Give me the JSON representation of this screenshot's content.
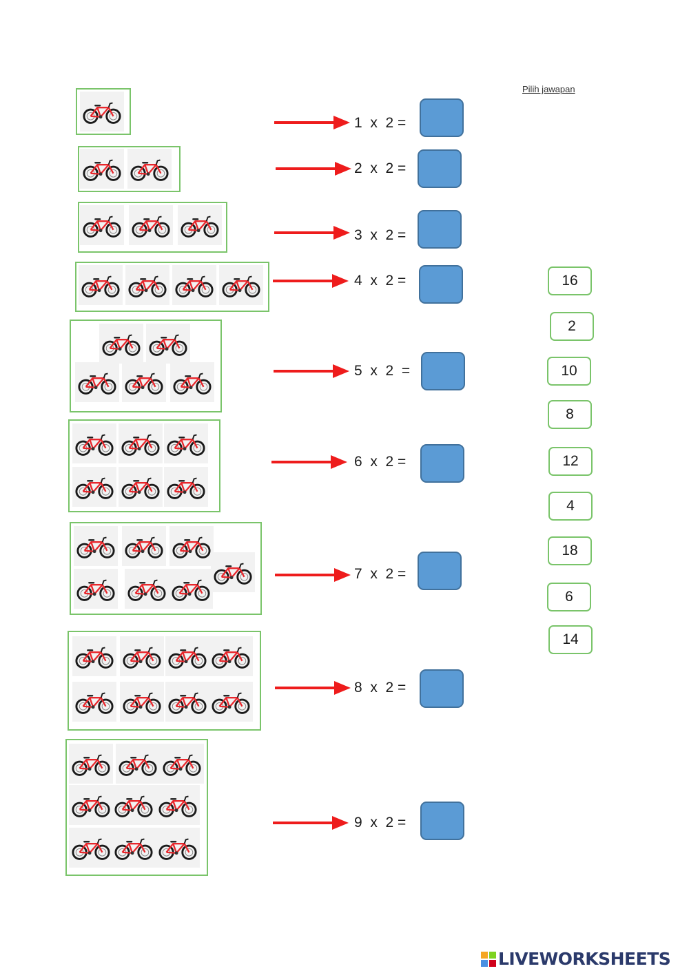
{
  "header": {
    "instruction": "Pilih jawapan"
  },
  "rows": [
    {
      "equation": "1  x  2 ="
    },
    {
      "equation": "2  x  2 ="
    },
    {
      "equation": "3  x  2 ="
    },
    {
      "equation": "4  x  2 ="
    },
    {
      "equation": "5  x  2  ="
    },
    {
      "equation": "6  x  2 ="
    },
    {
      "equation": "7  x  2 ="
    },
    {
      "equation": "8  x  2 ="
    },
    {
      "equation": "9  x  2 ="
    }
  ],
  "choices": [
    "16",
    "2",
    "10",
    "8",
    "12",
    "4",
    "18",
    "6",
    "14"
  ],
  "footer": {
    "brand": "LIVEWORKSHEETS"
  },
  "icons": {
    "picture": "bicycle-icon",
    "pointer": "red-arrow-icon"
  },
  "colors": {
    "group_border": "#7ac46a",
    "arrow": "#ee1c1c",
    "answer_box": "#5b9bd5",
    "choice_border": "#7ac46a",
    "brand": "#2b3a6b"
  }
}
